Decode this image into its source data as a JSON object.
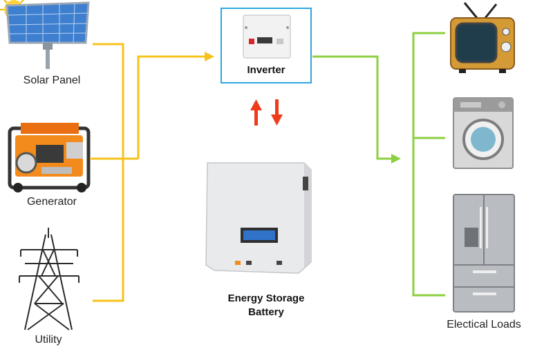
{
  "labels": {
    "solar_panel": "Solar Panel",
    "generator": "Generator",
    "utility": "Utility",
    "inverter": "Inverter",
    "battery_line1": "Energy Storage",
    "battery_line2": "Battery",
    "loads": "Electical Loads"
  },
  "colors": {
    "input_line": "#f7c21a",
    "output_line": "#8ccf3f",
    "inverter_border": "#2ba6e1",
    "charge_arrows": "#ef3b1c"
  }
}
